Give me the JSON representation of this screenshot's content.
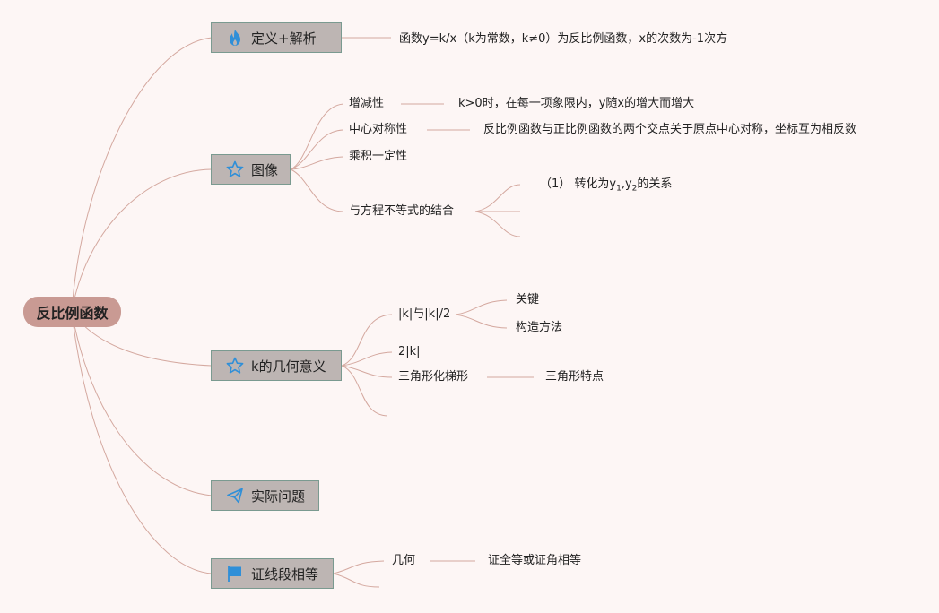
{
  "root": {
    "label": "反比例函数"
  },
  "branches": {
    "definition": {
      "label": "定义+解析",
      "icon": "fire-icon",
      "detail": "函数y=k/x（k为常数，k≠0）为反比例函数，x的次数为-1次方"
    },
    "graph": {
      "label": "图像",
      "icon": "star-icon",
      "items": {
        "monotonic": {
          "label": "增减性",
          "detail": "k>0时，在每一项象限内，y随x的增大而增大"
        },
        "symmetry": {
          "label": "中心对称性",
          "detail": "反比例函数与正比例函数的两个交点关于原点中心对称，坐标互为相反数"
        },
        "product": {
          "label": "乘积一定性"
        },
        "equation": {
          "label": "与方程不等式的结合",
          "sub1_prefix": "（1）  转化为y",
          "sub1_s1": "1",
          "sub1_sep": ",y",
          "sub1_s2": "2",
          "sub1_suffix": "的关系"
        }
      }
    },
    "geometry": {
      "label": "k的几何意义",
      "icon": "star-icon",
      "items": {
        "half": {
          "label": "|k|与|k|/2",
          "children": [
            "关键",
            "构造方法"
          ]
        },
        "double": {
          "label": "2|k|"
        },
        "triangle": {
          "label": "三角形化梯形",
          "child": "三角形特点"
        }
      }
    },
    "practical": {
      "label": "实际问题",
      "icon": "paper-plane-icon"
    },
    "proof": {
      "label": "证线段相等",
      "icon": "flag-icon",
      "items": {
        "geometry": {
          "label": "几何",
          "child": "证全等或证角相等"
        }
      }
    }
  },
  "colors": {
    "background": "#fdf6f5",
    "root": "#c99a93",
    "branch": "#bdb5b3",
    "branch_border": "#7a9a90",
    "line": "#d4a89f",
    "icon": "#2f8fd8"
  }
}
